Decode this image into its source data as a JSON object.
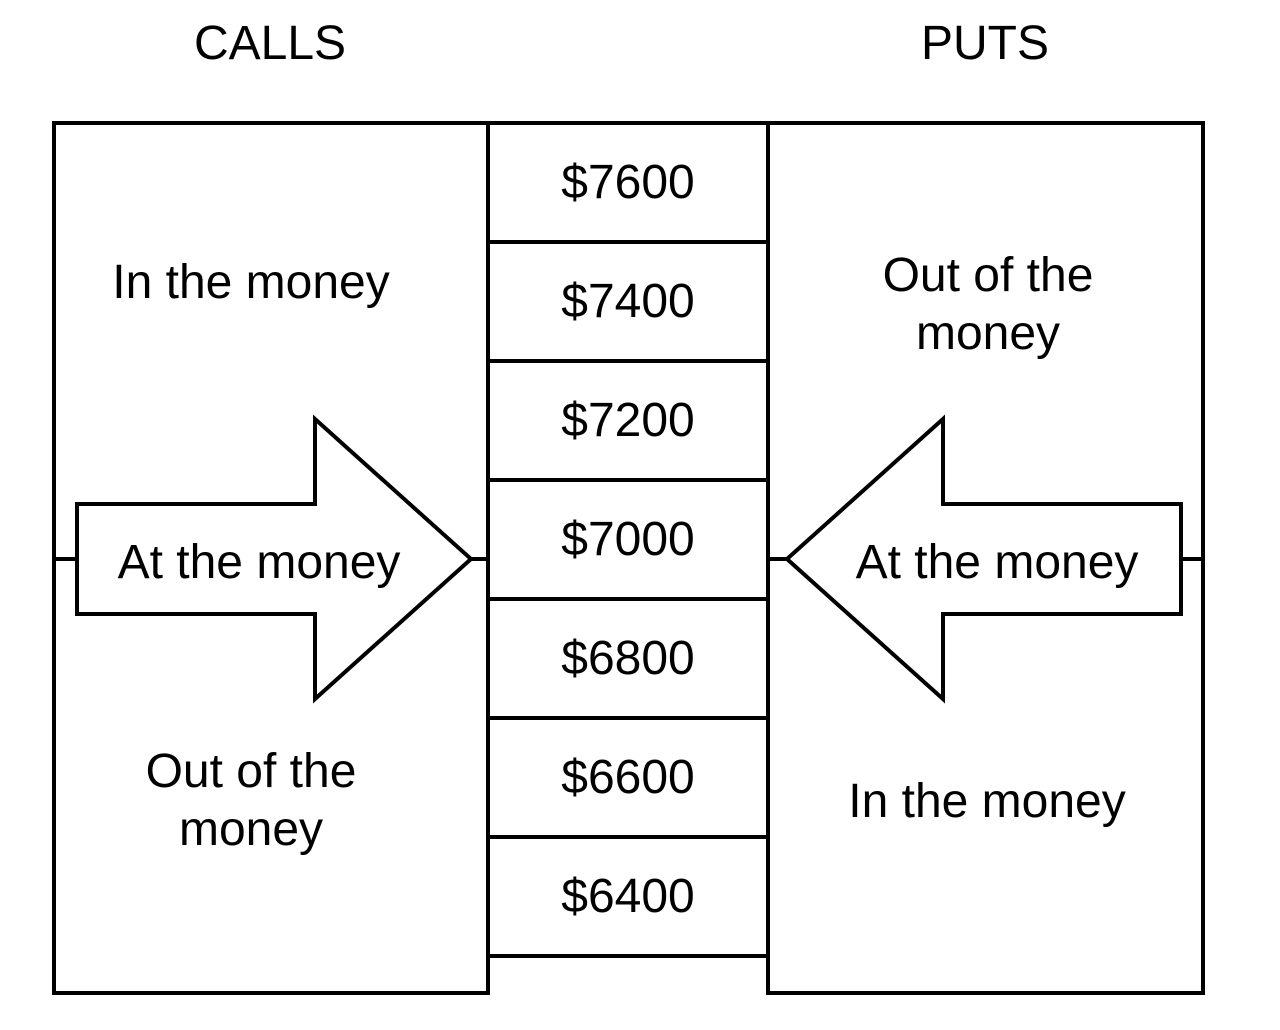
{
  "header": {
    "calls_title": "CALLS",
    "puts_title": "PUTS"
  },
  "calls_panel": {
    "top_zone_label": "In the money",
    "arrow_label": "At the money",
    "bottom_zone_label": "Out of the money"
  },
  "strike_column": {
    "prices": [
      "$7600",
      "$7400",
      "$7200",
      "$7000",
      "$6800",
      "$6600",
      "$6400"
    ],
    "at_the_money_price": "$7000"
  },
  "puts_panel": {
    "top_zone_label": "Out of the money",
    "arrow_label": "At the money",
    "bottom_zone_label": "In the money"
  },
  "colors": {
    "line": "#000000",
    "text": "#000000",
    "background": "#ffffff"
  }
}
